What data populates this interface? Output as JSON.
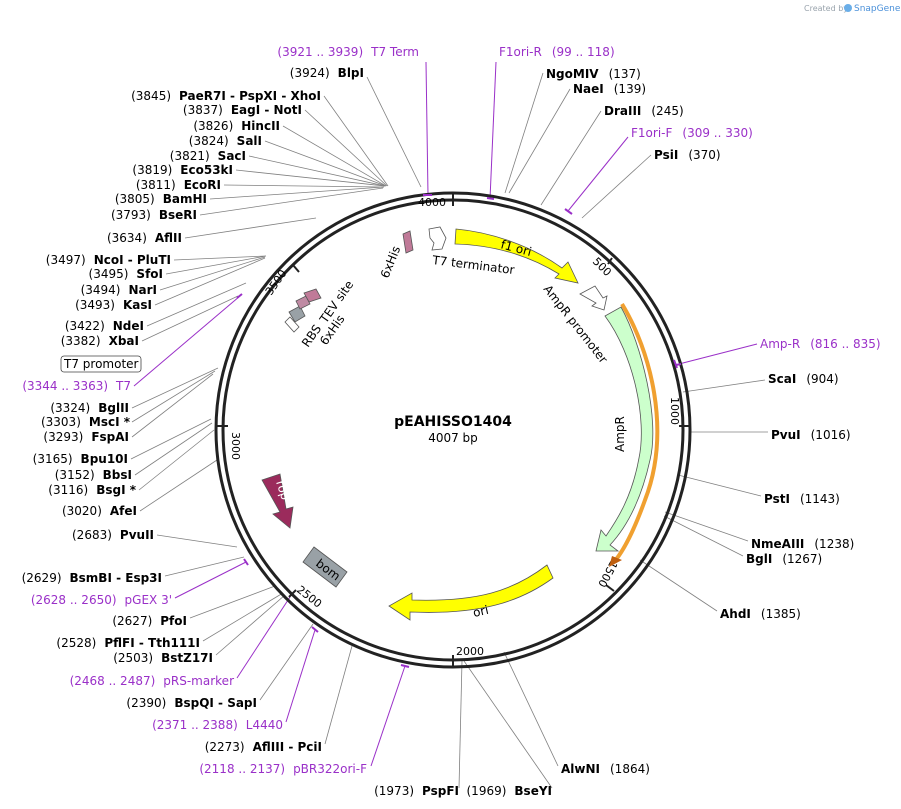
{
  "credit": {
    "prefix": "Created by",
    "brand": "SnapGene"
  },
  "plasmid": {
    "name": "pEAHISSO1404",
    "length": "4007 bp"
  },
  "ticks": [
    "500",
    "1000",
    "1500",
    "2000",
    "2500",
    "3000",
    "3500",
    "4000"
  ],
  "features": {
    "f1_ori": "f1 ori",
    "ampr_promoter": "AmpR promoter",
    "ampr": "AmpR",
    "ori": "ori",
    "bom": "bom",
    "rop": "rop",
    "rbs": "RBS",
    "tev_site": "TEV site",
    "his6_a": "6xHis",
    "his6_b": "6xHis",
    "t7_terminator": "T7 terminator"
  },
  "sites": [
    {
      "id": "blpi",
      "pos": "(3924)",
      "name": "BlpI"
    },
    {
      "id": "paer7i",
      "pos": "(3845)",
      "name": "PaeR7I  -  PspXI  -  XhoI"
    },
    {
      "id": "eagi",
      "pos": "(3837)",
      "name": "EagI  -  NotI"
    },
    {
      "id": "hincii",
      "pos": "(3826)",
      "name": "HincII"
    },
    {
      "id": "sali",
      "pos": "(3824)",
      "name": "SalI"
    },
    {
      "id": "saci",
      "pos": "(3821)",
      "name": "SacI"
    },
    {
      "id": "eco53ki",
      "pos": "(3819)",
      "name": "Eco53kI"
    },
    {
      "id": "ecori",
      "pos": "(3811)",
      "name": "EcoRI"
    },
    {
      "id": "bamhi",
      "pos": "(3805)",
      "name": "BamHI"
    },
    {
      "id": "bseri",
      "pos": "(3793)",
      "name": "BseRI"
    },
    {
      "id": "aflii",
      "pos": "(3634)",
      "name": "AflII"
    },
    {
      "id": "ncoi",
      "pos": "(3497)",
      "name": "NcoI  -  PluTI"
    },
    {
      "id": "sfoi",
      "pos": "(3495)",
      "name": "SfoI"
    },
    {
      "id": "nari",
      "pos": "(3494)",
      "name": "NarI"
    },
    {
      "id": "kasi",
      "pos": "(3493)",
      "name": "KasI"
    },
    {
      "id": "ndei",
      "pos": "(3422)",
      "name": "NdeI"
    },
    {
      "id": "xbai",
      "pos": "(3382)",
      "name": "XbaI"
    },
    {
      "id": "bglii",
      "pos": "(3324)",
      "name": "BglII"
    },
    {
      "id": "msci",
      "pos": "(3303)",
      "name": "MscI *"
    },
    {
      "id": "fspai",
      "pos": "(3293)",
      "name": "FspAI"
    },
    {
      "id": "bpu10i",
      "pos": "(3165)",
      "name": "Bpu10I"
    },
    {
      "id": "bbsi",
      "pos": "(3152)",
      "name": "BbsI"
    },
    {
      "id": "bsgi",
      "pos": "(3116)",
      "name": "BsgI *"
    },
    {
      "id": "afei",
      "pos": "(3020)",
      "name": "AfeI"
    },
    {
      "id": "pvuii",
      "pos": "(2683)",
      "name": "PvuII"
    },
    {
      "id": "bsmbi",
      "pos": "(2629)",
      "name": "BsmBI  -  Esp3I"
    },
    {
      "id": "pfoi",
      "pos": "(2627)",
      "name": "PfoI"
    },
    {
      "id": "pflfi",
      "pos": "(2528)",
      "name": "PflFI  -  Tth111I"
    },
    {
      "id": "bstz17i",
      "pos": "(2503)",
      "name": "BstZ17I"
    },
    {
      "id": "bspqi",
      "pos": "(2390)",
      "name": "BspQI  -  SapI"
    },
    {
      "id": "afliii",
      "pos": "(2273)",
      "name": "AflIII  -  PciI"
    },
    {
      "id": "pspfi",
      "pos": "(1973)",
      "name": "PspFI"
    },
    {
      "id": "bseyi",
      "pos": "(1969)",
      "name": "BseYI"
    },
    {
      "id": "alwni",
      "pos": "(1864)",
      "name": "AlwNI"
    },
    {
      "id": "ahdi",
      "pos": "(1385)",
      "name": "AhdI"
    },
    {
      "id": "bgli",
      "pos": "(1267)",
      "name": "BglI"
    },
    {
      "id": "nmeaiii",
      "pos": "(1238)",
      "name": "NmeAIII"
    },
    {
      "id": "psti",
      "pos": "(1143)",
      "name": "PstI"
    },
    {
      "id": "pvui",
      "pos": "(1016)",
      "name": "PvuI"
    },
    {
      "id": "scai",
      "pos": "(904)",
      "name": "ScaI"
    },
    {
      "id": "psii",
      "pos": "(370)",
      "name": "PsiI"
    },
    {
      "id": "draiii",
      "pos": "(245)",
      "name": "DraIII"
    },
    {
      "id": "naei",
      "pos": "(139)",
      "name": "NaeI"
    },
    {
      "id": "ngomiv",
      "pos": "(137)",
      "name": "NgoMIV"
    }
  ],
  "primers": [
    {
      "id": "t7term",
      "range": "(3921 .. 3939)",
      "name": "T7 Term"
    },
    {
      "id": "f1orir",
      "range": "(99 .. 118)",
      "name": "F1ori-R"
    },
    {
      "id": "f1orif",
      "range": "(309 .. 330)",
      "name": "F1ori-F"
    },
    {
      "id": "ampr",
      "range": "(816 .. 835)",
      "name": "Amp-R"
    },
    {
      "id": "t7",
      "range": "(3344 .. 3363)",
      "name": "T7"
    },
    {
      "id": "pgex3",
      "range": "(2628 .. 2650)",
      "name": "pGEX 3'"
    },
    {
      "id": "prsmarker",
      "range": "(2468 .. 2487)",
      "name": "pRS-marker"
    },
    {
      "id": "l4440",
      "range": "(2371 .. 2388)",
      "name": "L4440"
    },
    {
      "id": "pbr322ori",
      "range": "(2118 .. 2137)",
      "name": "pBR322ori-F"
    }
  ],
  "promoter_box": "T7 promoter",
  "colors": {
    "primer": "#9a30c8",
    "yellow": "#ffff00",
    "green": "#ccffcc",
    "rop": "#9b2b5c",
    "bom": "#99a1a6",
    "his": "#c07a98",
    "tev": "#bf8aa3",
    "orange": "#f0a030"
  }
}
